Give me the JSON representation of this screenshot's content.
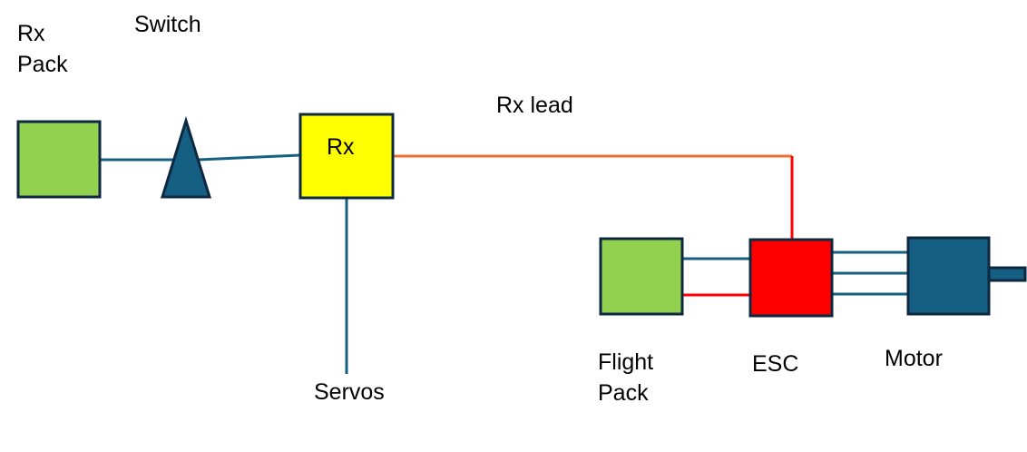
{
  "colors": {
    "battery_green": "#92d050",
    "switch_blue": "#156082",
    "receiver_yellow": "#ffff00",
    "esc_red": "#ff0000",
    "motor_blue": "#156082",
    "wire_blue": "#156082",
    "wire_red": "#ff0000",
    "rx_lead_orange": "#e97132",
    "outline": "#0e2841"
  },
  "labels": {
    "rx_pack_line1": "Rx",
    "rx_pack_line2": "Pack",
    "switch": "Switch",
    "rx": "Rx",
    "rx_lead": "Rx lead",
    "servos": "Servos",
    "flight_pack_line1": "Flight",
    "flight_pack_line2": "Pack",
    "esc": "ESC",
    "motor": "Motor"
  }
}
